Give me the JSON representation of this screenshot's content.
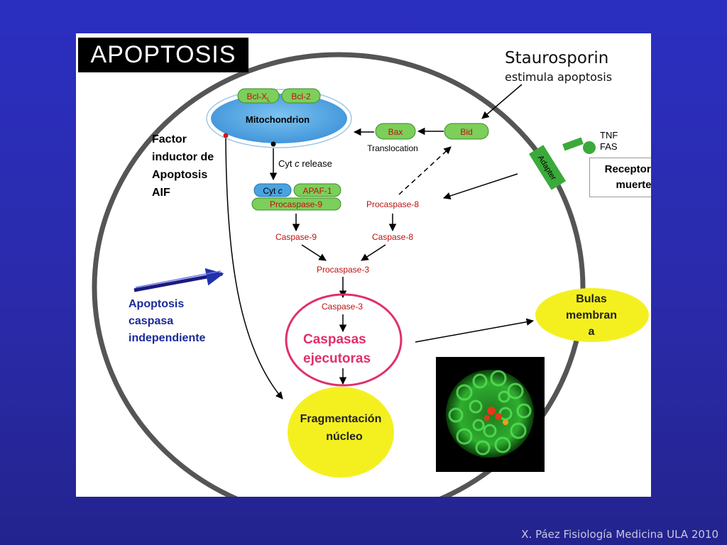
{
  "title": "APOPTOSIS",
  "footer": "X. Páez Fisiología Medicina ULA 2010",
  "staurosporin": {
    "line1": "Staurosporin",
    "line2": "estimula apoptosis"
  },
  "mito": {
    "label": "Mitochondrion",
    "bcl_xl": "Bcl-X",
    "bcl_xl_sub": "L",
    "bcl2": "Bcl-2"
  },
  "aif": {
    "l1": "Factor",
    "l2": "inductor de",
    "l3": "Apoptosis",
    "l4": "AIF"
  },
  "cyt_release": {
    "pre": "Cyt ",
    "italic": "c",
    "post": " release"
  },
  "cytc": {
    "pre": "Cyt ",
    "italic": "c"
  },
  "apaf": "APAF-1",
  "procaspase9": "Procaspase-9",
  "procaspase8": "Procaspase-8",
  "caspase9": "Caspase-9",
  "caspase8": "Caspase-8",
  "procaspase3": "Procaspase-3",
  "caspase3": "Caspase-3",
  "bax": "Bax",
  "bid": "Bid",
  "translocation": "Translocation",
  "tnf": "TNF",
  "fas": "FAS",
  "adapter": "Adapter",
  "receptores": {
    "l1": "Receptores",
    "l2": "muerte"
  },
  "independiente": {
    "l1": "Apoptosis",
    "l2": "caspasa",
    "l3": "independiente"
  },
  "ejecutoras": {
    "l1": "Caspasas",
    "l2": "ejecutoras"
  },
  "bulas": {
    "l1": "Bulas",
    "l2": "membran",
    "l3": "a"
  },
  "fragmentacion": {
    "l1": "Fragmentación",
    "l2": "núcleo"
  },
  "colors": {
    "green": "#7ccf5a",
    "mito_blue": "#4aa3e0",
    "red_text": "#d01818",
    "magenta": "#e0306a",
    "yellow": "#f4f020",
    "navy": "#1a2a9a"
  }
}
